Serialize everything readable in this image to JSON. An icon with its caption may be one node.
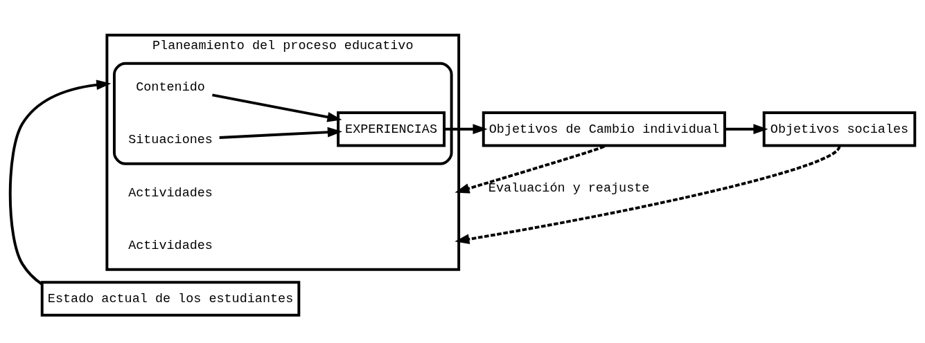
{
  "diagram": {
    "nodes": [
      {
        "text": [
          "Estado actual de los estudiantes"
        ]
      },
      {
        "text": [
          "Planeamiento del proceso educativo",
          "Actividades",
          "Actividades"
        ]
      },
      {
        "text": [],
        "shape": "cloud",
        "in": 1
      },
      {
        "text": [
          "Contenido"
        ],
        "in": 2
      },
      {
        "text": [
          "EXPERIENCIAS"
        ],
        "in": 2
      },
      {
        "text": [
          "Situaciones"
        ],
        "in": 2
      },
      {
        "text": [
          "Objetivos de Cambio individual"
        ]
      },
      {
        "text": [
          "Objetivos sociales"
        ]
      }
    ],
    "edges": [
      {
        "from": 0,
        "to": 1,
        "arrow": "to"
      },
      {
        "from": 3,
        "to": 4,
        "arrow": "to"
      },
      {
        "from": 5,
        "to": 4,
        "arrow": "to"
      },
      {
        "from": 4,
        "to": 6,
        "arrow": "to"
      },
      {
        "from": 6,
        "to": 7,
        "arrow": "to"
      },
      {
        "from": 6,
        "to": 1,
        "arrow": "to",
        "style": "dashed",
        "label": "Evaluación y reajuste"
      },
      {
        "from": 7,
        "to": 1,
        "arrow": "to",
        "style": "dashed"
      }
    ]
  }
}
